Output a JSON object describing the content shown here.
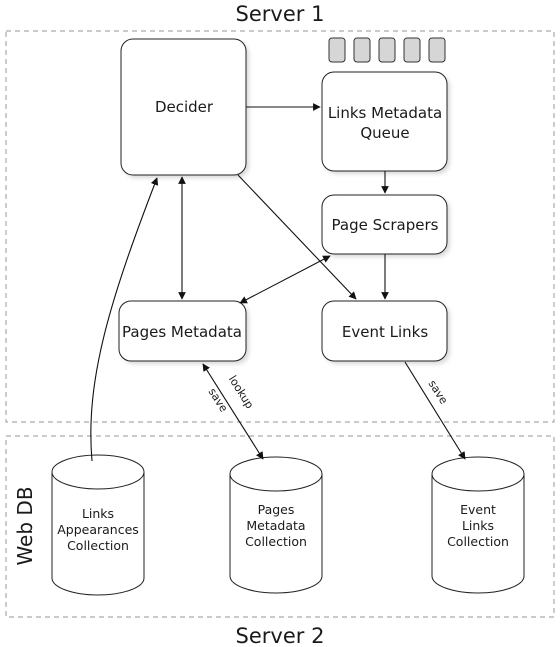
{
  "zones": {
    "server1": "Server 1",
    "server2": "Server 2",
    "webdb": "Web DB"
  },
  "nodes": {
    "decider": "Decider",
    "links_queue": [
      "Links Metadata",
      "Queue"
    ],
    "page_scrapers": "Page Scrapers",
    "pages_metadata": "Pages Metadata",
    "event_links": "Event Links"
  },
  "databases": {
    "links_appearances": [
      "Links",
      "Appearances",
      "Collection"
    ],
    "pages_metadata": [
      "Pages",
      "Metadata",
      "Collection"
    ],
    "event_links": [
      "Event",
      "Links",
      "Collection"
    ]
  },
  "edge_labels": {
    "lookup": "lookup",
    "save_pages": "save",
    "save_events": "save"
  }
}
